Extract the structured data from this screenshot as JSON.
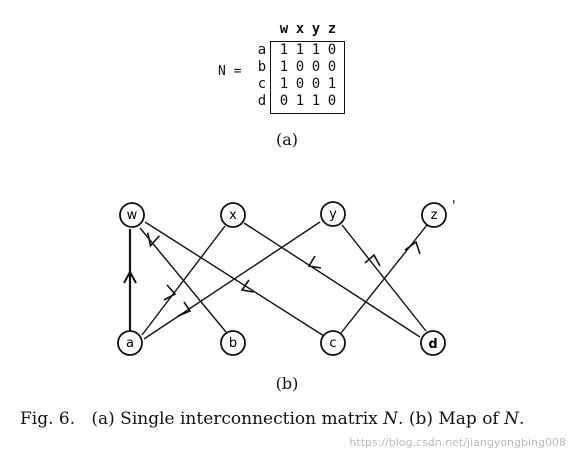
{
  "matrix": {
    "name": "N =",
    "columns": [
      "w",
      "x",
      "y",
      "z"
    ],
    "rows": [
      {
        "label": "a",
        "values": [
          "1",
          "1",
          "1",
          "0"
        ]
      },
      {
        "label": "b",
        "values": [
          "1",
          "0",
          "0",
          "0"
        ]
      },
      {
        "label": "c",
        "values": [
          "1",
          "0",
          "0",
          "1"
        ]
      },
      {
        "label": "d",
        "values": [
          "0",
          "1",
          "1",
          "0"
        ]
      }
    ]
  },
  "captions": {
    "a": "(a)",
    "b": "(b)",
    "fig_prefix": "Fig. 6.",
    "fig_part1": "(a) Single interconnection matrix",
    "fig_n1": "N",
    "fig_part2": ". (b) Map of",
    "fig_n2": "N",
    "fig_end": "."
  },
  "graph": {
    "top_nodes": [
      "w",
      "x",
      "y",
      "z"
    ],
    "bottom_nodes": [
      "a",
      "b",
      "c",
      "d"
    ],
    "z_prime_mark": "'",
    "edges": [
      {
        "from": "a",
        "to": "w"
      },
      {
        "from": "a",
        "to": "x"
      },
      {
        "from": "a",
        "to": "y"
      },
      {
        "from": "b",
        "to": "w"
      },
      {
        "from": "c",
        "to": "w"
      },
      {
        "from": "c",
        "to": "z"
      },
      {
        "from": "d",
        "to": "x"
      },
      {
        "from": "d",
        "to": "y"
      }
    ]
  },
  "watermark": "https://blog.csdn.net/jiangyongbing008"
}
